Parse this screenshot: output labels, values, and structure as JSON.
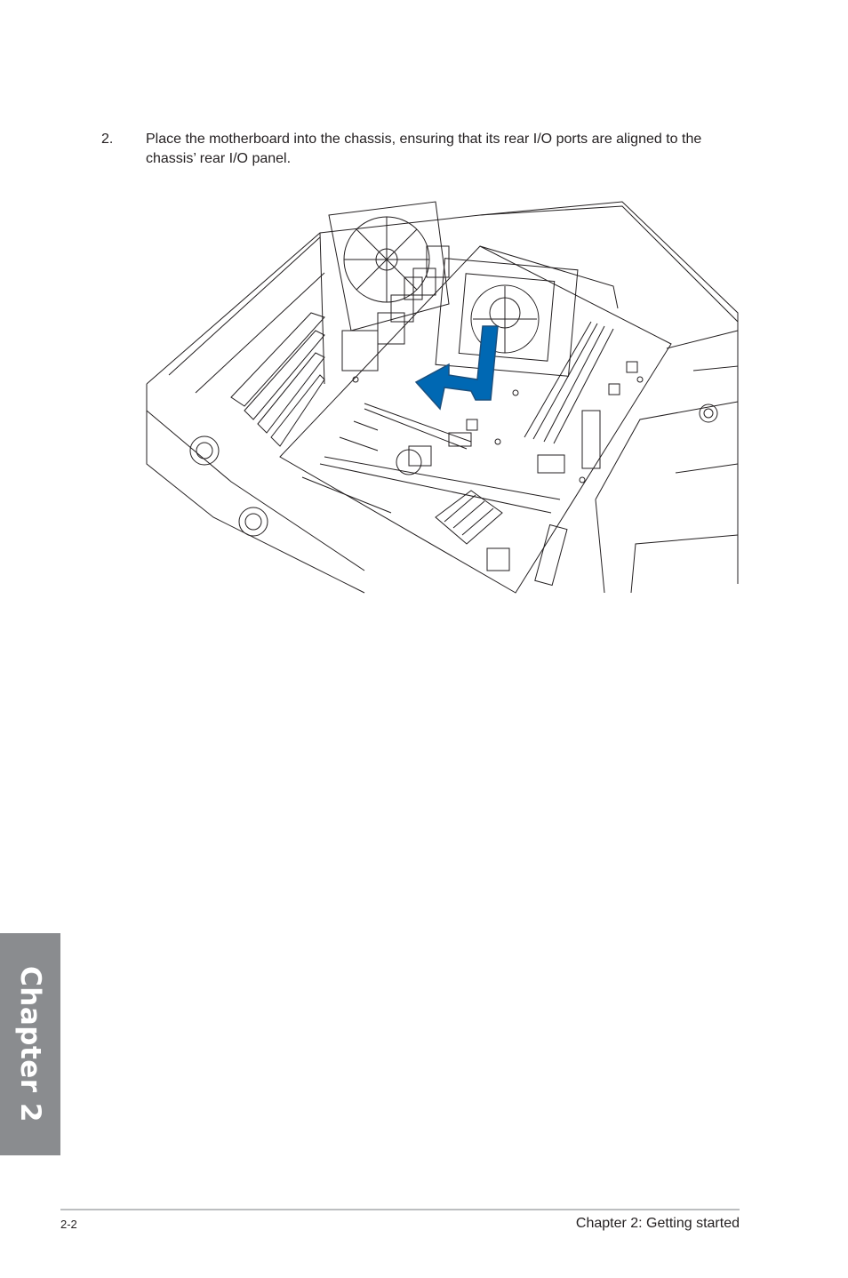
{
  "step": {
    "number": "2.",
    "text": "Place the motherboard into the chassis, ensuring that its rear I/O ports are aligned to the chassis’ rear I/O panel."
  },
  "figure": {
    "arrow_color": "#0068b3",
    "line_color": "#231f20"
  },
  "chapter_tab": {
    "label": "Chapter 2"
  },
  "footer": {
    "page_number": "2-2",
    "section": "Chapter 2: Getting started"
  }
}
